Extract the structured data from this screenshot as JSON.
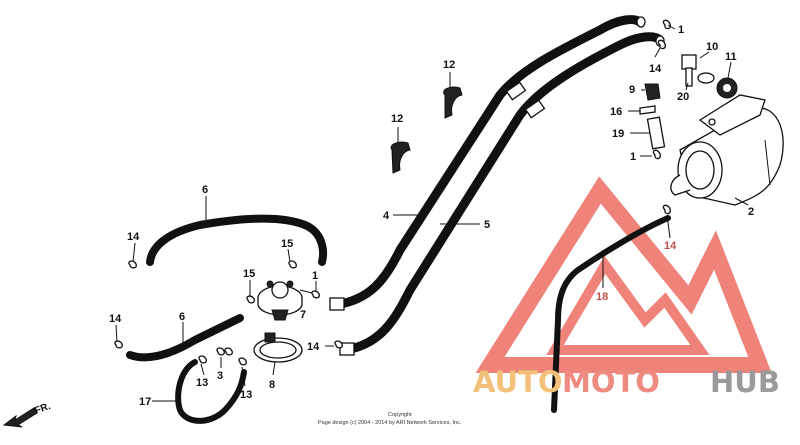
{
  "labels": {
    "p1_top": "1",
    "p10": "10",
    "p11": "11",
    "p14_top": "14",
    "p9": "9",
    "p20": "20",
    "p16": "16",
    "p19": "19",
    "p1_mid": "1",
    "p2": "2",
    "p12_a": "12",
    "p12_b": "12",
    "p4": "4",
    "p5": "5",
    "p6_top": "6",
    "p14_left": "14",
    "p15_a": "15",
    "p15_b": "15",
    "p1_valve": "1",
    "p7": "7",
    "p14_low": "14",
    "p6_low": "6",
    "p14_mid": "14",
    "p3": "3",
    "p13_a": "13",
    "p13_b": "13",
    "p8": "8",
    "p17": "17",
    "p14_red": "14",
    "p18_red": "18"
  },
  "copyright": {
    "line1": "Copyright",
    "line2": "Page design (c) 2004 - 2014 by ARI Network Services, Inc."
  },
  "direction": {
    "label": "FR."
  },
  "watermark": {
    "auto": "AUTO",
    "moto": "MOTO",
    "hub": "HUB"
  },
  "colors": {
    "watermark_red": "#ea5a4e",
    "watermark_orange": "#f3c07a",
    "watermark_gray": "#9a9a9a",
    "line": "#111111"
  }
}
